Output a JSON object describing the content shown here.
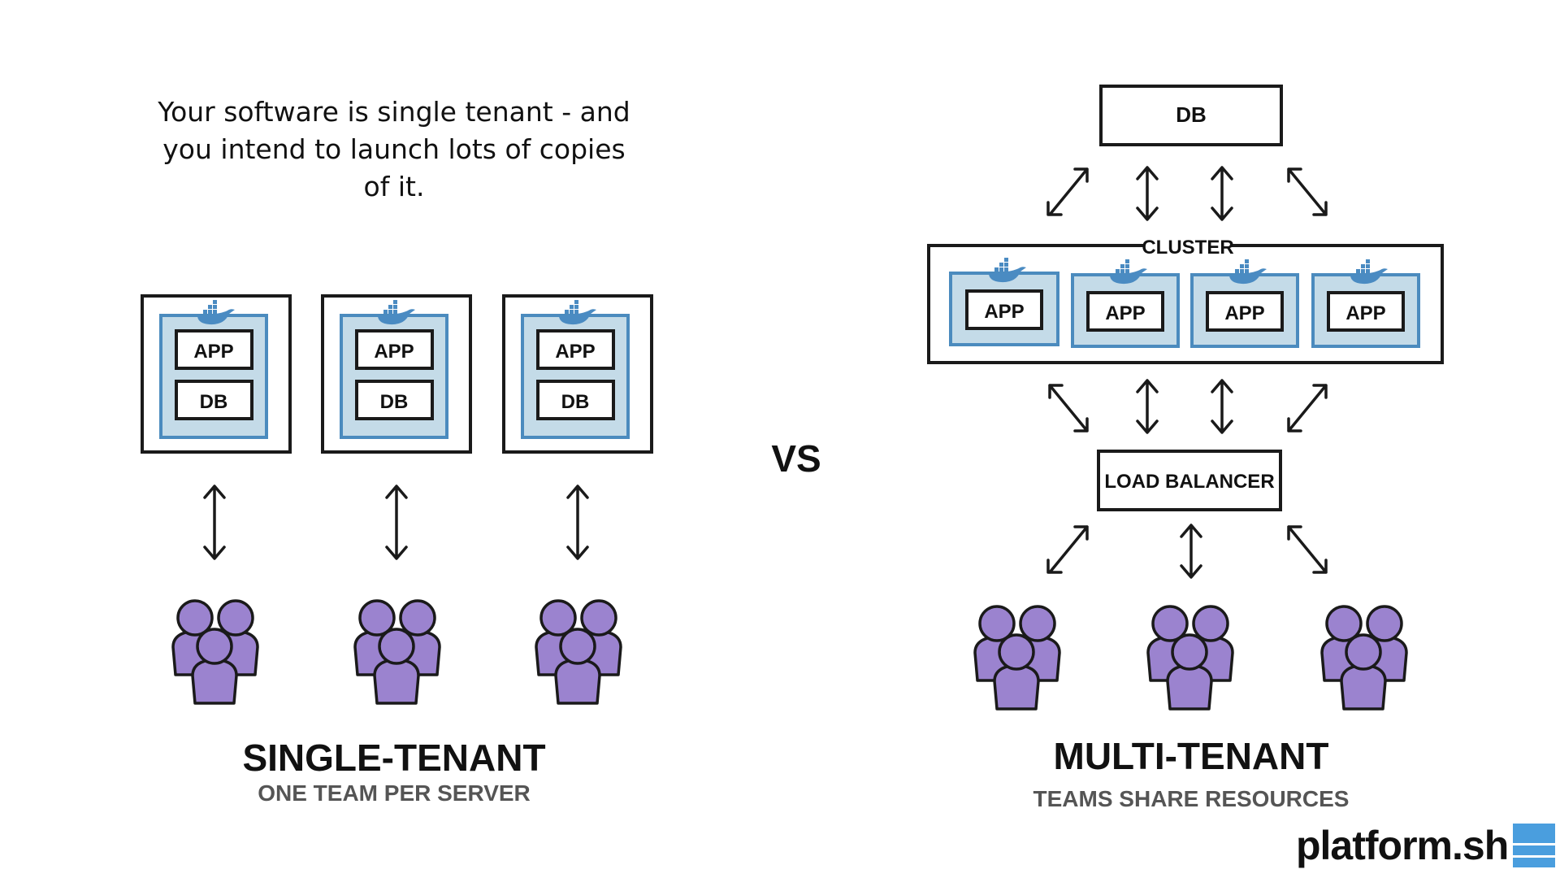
{
  "intro_text": "Your software is single tenant - and you intend to launch lots of copies of it.",
  "single_tenant": {
    "servers": [
      {
        "app_label": "APP",
        "db_label": "DB"
      },
      {
        "app_label": "APP",
        "db_label": "DB"
      },
      {
        "app_label": "APP",
        "db_label": "DB"
      }
    ],
    "title": "SINGLE-TENANT",
    "subtitle": "ONE TEAM PER SERVER"
  },
  "vs_label": "VS",
  "multi_tenant": {
    "db_label": "DB",
    "cluster_label": "CLUSTER",
    "app_labels": [
      "APP",
      "APP",
      "APP",
      "APP"
    ],
    "load_balancer_label": "LOAD BALANCER",
    "title": "MULTI-TENANT",
    "subtitle": "TEAMS SHARE RESOURCES"
  },
  "brand": {
    "name": "platform.sh"
  },
  "colors": {
    "container_fill": "#c4dbe8",
    "container_stroke": "#4b8bbe",
    "user_fill": "#9b83cf",
    "user_stroke": "#1a1a1a",
    "docker_blue": "#4a8bc2",
    "brand_blue": "#4a9ede",
    "subtitle_gray": "#555555"
  },
  "icons": [
    "docker-whale-icon",
    "user-group-icon",
    "double-arrow-icon"
  ]
}
